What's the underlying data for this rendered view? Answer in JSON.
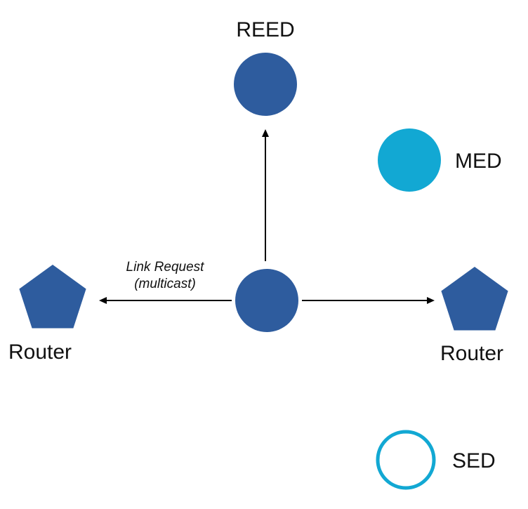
{
  "diagram": {
    "title": "Thread node roles link request diagram",
    "labels": {
      "reed": "REED",
      "med": "MED",
      "sed": "SED",
      "router_left": "Router",
      "router_right": "Router",
      "link_request_line1": "Link Request",
      "link_request_line2": "(multicast)"
    },
    "colors": {
      "router_blue": "#2E5C9E",
      "cyan": "#12A8D3",
      "arrow": "#000000",
      "background": "#FFFFFF",
      "text": "#111111"
    }
  }
}
